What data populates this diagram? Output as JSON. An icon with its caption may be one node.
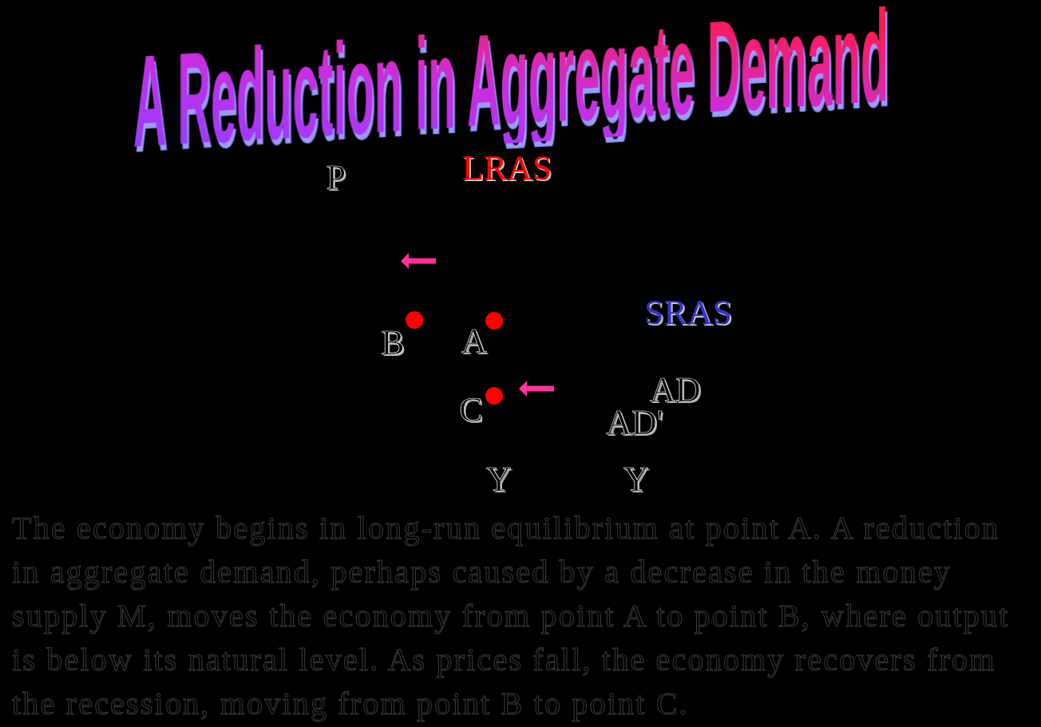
{
  "diagram": {
    "title": "A Reduction in Aggregate Demand",
    "caption": "The economy begins in long-run equilibrium at point A. A reduction in aggregate demand, perhaps caused by a decrease in the money supply M, moves the economy from point A to point B, where output is below its natural level. As prices fall, the economy recovers from the recession, moving from point B to point C.",
    "nodes": [
      {
        "text": [],
        "shape": "circle",
        "beside": [
          "B"
        ]
      },
      {
        "text": [],
        "shape": "circle",
        "beside": [
          "A"
        ]
      },
      {
        "text": [],
        "shape": "circle",
        "beside": [
          "C"
        ]
      }
    ],
    "labels": [
      "P",
      "LRAS",
      "SRAS",
      "AD",
      "AD'",
      "Y",
      "Y"
    ]
  }
}
